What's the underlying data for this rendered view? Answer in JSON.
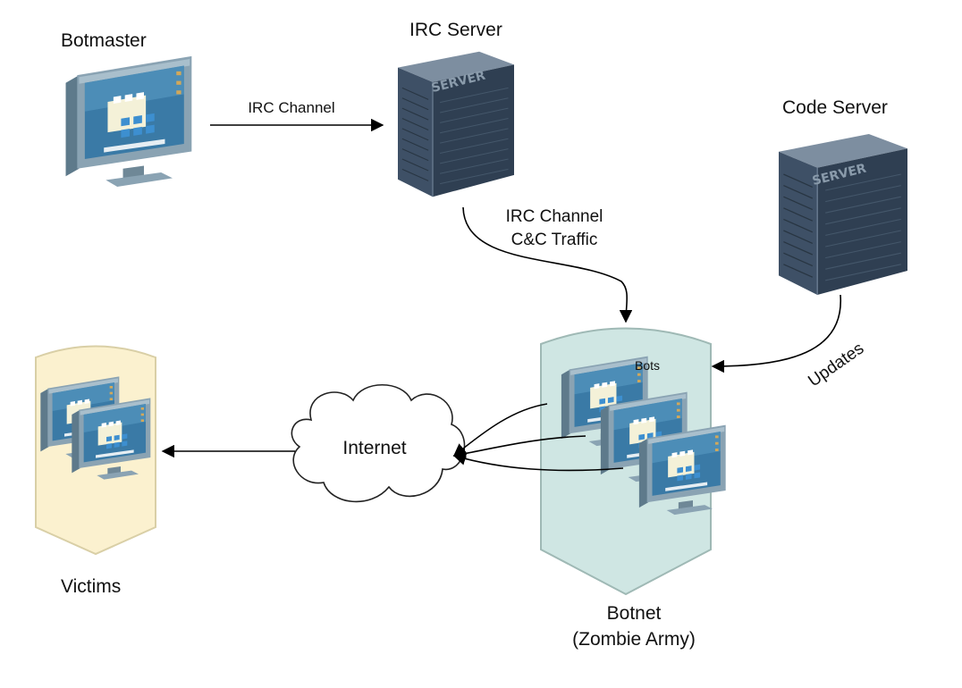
{
  "diagram": {
    "nodes": {
      "botmaster": {
        "label": "Botmaster",
        "icon": "monitor-icon"
      },
      "irc_server": {
        "label": "IRC Server",
        "icon": "server-icon",
        "badge": "SERVER"
      },
      "code_server": {
        "label": "Code Server",
        "icon": "server-icon",
        "badge": "SERVER"
      },
      "botnet": {
        "label_line1": "Botnet",
        "label_line2": "(Zombie Army)",
        "inner_label": "Bots",
        "icon": "monitor-icon"
      },
      "victims": {
        "label": "Victims",
        "icon": "monitor-icon"
      },
      "internet": {
        "label": "Internet",
        "icon": "cloud-icon"
      }
    },
    "edges": {
      "botmaster_to_irc": {
        "label": "IRC Channel"
      },
      "irc_to_botnet": {
        "label_line1": "IRC Channel",
        "label_line2": "C&C Traffic"
      },
      "code_to_botnet": {
        "label": "Updates"
      },
      "internet_to_victims": {
        "label": ""
      }
    },
    "colors": {
      "botnet_fill": "#cfe6e3",
      "botnet_stroke": "#9fb9b5",
      "victims_fill": "#fbf1cf",
      "victims_stroke": "#d9cfa6",
      "server_dark": "#2f3f52",
      "server_top": "#7d8ea0",
      "monitor_bezel": "#8aa3b3",
      "monitor_screen": "#2e6f9a"
    }
  }
}
